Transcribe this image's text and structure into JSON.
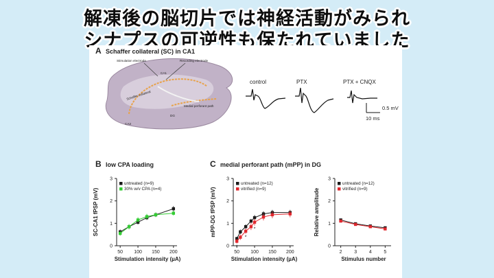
{
  "headline": {
    "line1": "解凍後の脳切片では神経活動がみられ",
    "line2": "シナプスの可逆性も保たれていました"
  },
  "colors": {
    "background": "#d4ecf7",
    "black_series": "#1a1a1a",
    "green_series": "#33cc33",
    "red_series": "#e0282e",
    "pathway": "#e8a24a",
    "brain": "#b3a3b9"
  },
  "panel_a": {
    "letter": "A",
    "title": "Schaffer collateral (SC) in CA1",
    "diagram_labels": {
      "stim": "Stimulation electrode",
      "rec": "Recording electrode",
      "ca1": "CA1",
      "sc": "Schaffer collateral",
      "mpp": "Medial perforant path",
      "dg": "DG",
      "ca3": "CA3"
    },
    "traces": [
      {
        "label": "control"
      },
      {
        "label": "PTX"
      },
      {
        "label": "PTX + CNQX"
      }
    ],
    "scalebar": {
      "voltage": "0.5 mV",
      "time": "10 ms"
    }
  },
  "panel_b": {
    "letter": "B",
    "title": "low CPA loading"
  },
  "panel_c": {
    "letter": "C",
    "title": "medial perforant path (mPP) in DG"
  },
  "chart_data": [
    {
      "type": "line",
      "panel": "B",
      "xlabel": "Stimulation intensity (µA)",
      "ylabel": "SC-CA1 fPSP (mV)",
      "x": [
        50,
        75,
        100,
        125,
        150,
        200
      ],
      "xticks": [
        50,
        100,
        150,
        200
      ],
      "yticks": [
        0,
        1,
        2,
        3
      ],
      "xlim": [
        40,
        210
      ],
      "ylim": [
        0,
        3
      ],
      "legend_position": "top-left",
      "series": [
        {
          "name": "untreated (n=9)",
          "color": "#1a1a1a",
          "values": [
            0.62,
            0.85,
            1.05,
            1.25,
            1.38,
            1.65
          ],
          "err": [
            0.1,
            0.1,
            0.1,
            0.1,
            0.1,
            0.12
          ]
        },
        {
          "name": "30% w/v CPA (n=4)",
          "color": "#33cc33",
          "values": [
            0.55,
            0.85,
            1.15,
            1.3,
            1.38,
            1.45
          ],
          "err": [
            0.1,
            0.12,
            0.12,
            0.12,
            0.1,
            0.1
          ]
        }
      ]
    },
    {
      "type": "line",
      "panel": "C-left",
      "xlabel": "Stimulation intensity (µA)",
      "ylabel": "mPP-DG fPSP (mV)",
      "x": [
        50,
        60,
        75,
        90,
        100,
        125,
        150,
        200
      ],
      "xticks": [
        50,
        100,
        150,
        200
      ],
      "yticks": [
        0,
        1,
        2,
        3
      ],
      "xlim": [
        40,
        210
      ],
      "ylim": [
        0,
        3
      ],
      "legend_position": "top-left",
      "series": [
        {
          "name": "untreated (n=12)",
          "color": "#1a1a1a",
          "values": [
            0.32,
            0.62,
            0.85,
            1.1,
            1.25,
            1.42,
            1.48,
            1.48
          ],
          "err": [
            0.08,
            0.1,
            0.1,
            0.1,
            0.12,
            0.12,
            0.12,
            0.12
          ]
        },
        {
          "name": "vitrified (n=9)",
          "color": "#e0282e",
          "values": [
            0.2,
            0.38,
            0.65,
            0.85,
            1.05,
            1.28,
            1.38,
            1.42
          ],
          "err": [
            0.1,
            0.12,
            0.12,
            0.15,
            0.15,
            0.15,
            0.15,
            0.15
          ]
        }
      ],
      "annotations": [
        "*"
      ]
    },
    {
      "type": "line",
      "panel": "C-right",
      "xlabel": "Stimulus number",
      "ylabel": "Relative amplitude",
      "x": [
        2,
        3,
        4,
        5
      ],
      "xticks": [
        2,
        3,
        4,
        5
      ],
      "yticks": [
        0,
        1,
        2,
        3
      ],
      "xlim": [
        1.6,
        5.4
      ],
      "ylim": [
        0,
        3
      ],
      "legend_position": "top-left",
      "series": [
        {
          "name": "untreated (n=12)",
          "color": "#1a1a1a",
          "values": [
            1.15,
            0.98,
            0.88,
            0.8
          ],
          "err": [
            0.04,
            0.04,
            0.04,
            0.04
          ]
        },
        {
          "name": "vitrified (n=9)",
          "color": "#e0282e",
          "values": [
            1.1,
            0.95,
            0.85,
            0.75
          ],
          "err": [
            0.04,
            0.04,
            0.04,
            0.04
          ]
        }
      ]
    }
  ]
}
